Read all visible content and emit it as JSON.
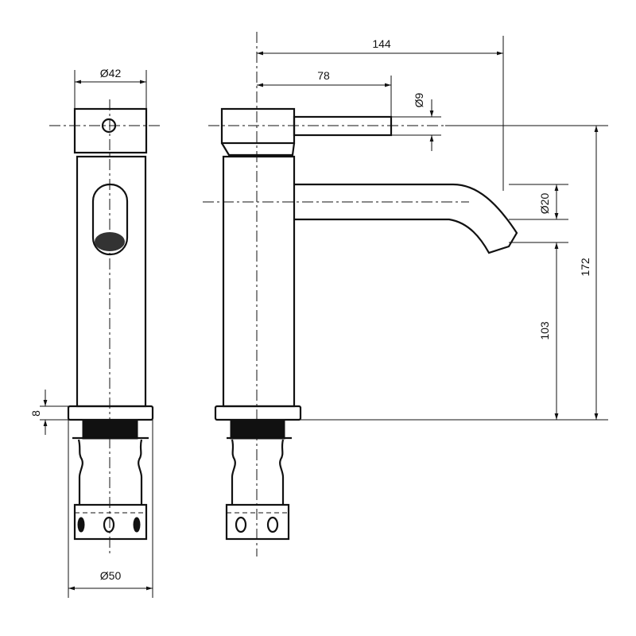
{
  "drawing": {
    "front_view": {
      "dim_top_diameter": "Ø42",
      "dim_base_diameter": "Ø50",
      "dim_flange_height": "8"
    },
    "side_view": {
      "dim_reach": "144",
      "dim_handle_length": "78",
      "dim_handle_diameter": "Ø9",
      "dim_spout_diameter": "Ø20",
      "dim_spout_height": "103",
      "dim_total_height": "172"
    },
    "colors": {
      "line": "#111111",
      "background": "#ffffff"
    }
  }
}
